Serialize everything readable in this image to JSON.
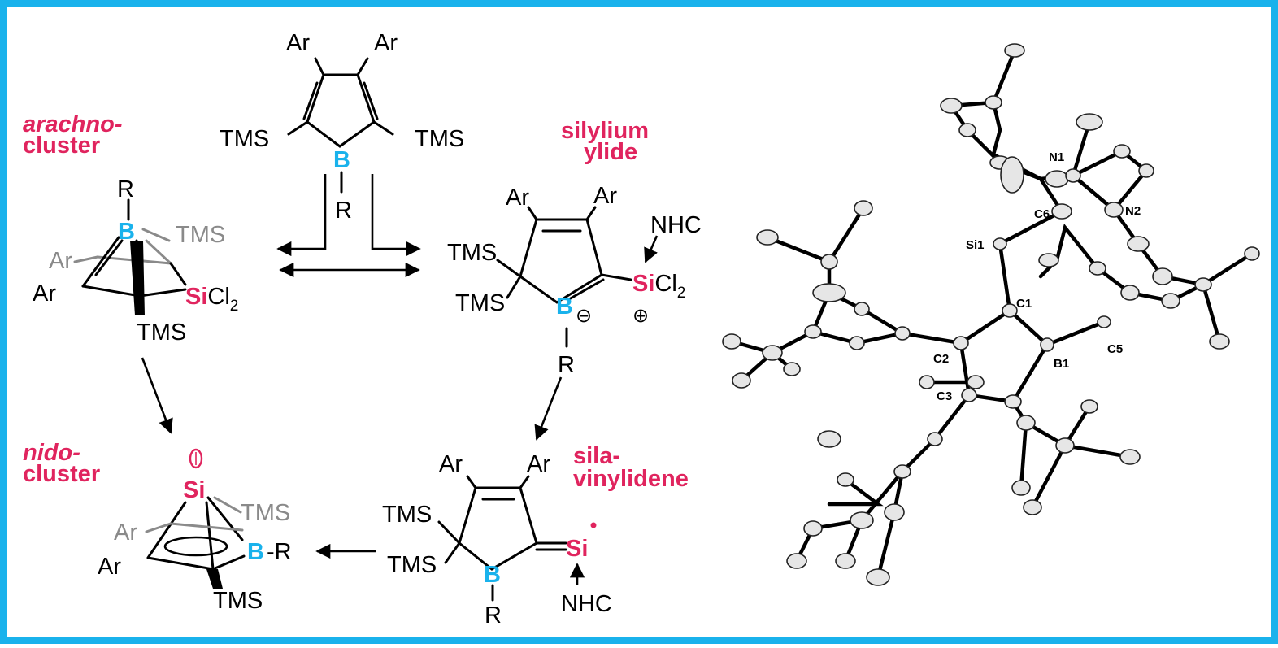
{
  "frame": {
    "border_color": "#19b2ec"
  },
  "colors": {
    "boron": "#19b2ec",
    "silicon_label": "#e0245e",
    "ghost": "#8a8a8a",
    "si_atom": "#f39c2a",
    "n_atom": "#5ab4e8",
    "b_atom": "#2b2bb0"
  },
  "labels": {
    "arachno_1": "arachno-",
    "arachno_2": "cluster",
    "silylium_1": "silylium",
    "silylium_2": "ylide",
    "nido_1": "nido-",
    "nido_2": "cluster",
    "sila_1": "sila-",
    "sila_2": "vinylidene"
  },
  "borole": {
    "ar1": "Ar",
    "ar2": "Ar",
    "tms1": "TMS",
    "tms2": "TMS",
    "b": "B",
    "r": "R"
  },
  "arachno": {
    "r": "R",
    "b": "B",
    "tms_ghost": "TMS",
    "ar_ghost": "Ar",
    "ar": "Ar",
    "si": "Si",
    "cl": "Cl",
    "cl_sub": "2",
    "tms": "TMS"
  },
  "ylide": {
    "ar1": "Ar",
    "ar2": "Ar",
    "nhc": "NHC",
    "tms1": "TMS",
    "tms2": "TMS",
    "si": "Si",
    "cl": "Cl",
    "cl_sub": "2",
    "b": "B",
    "minus": "⊖",
    "plus": "⊕",
    "r": "R"
  },
  "vinylidene": {
    "ar1": "Ar",
    "ar2": "Ar",
    "tms1": "TMS",
    "tms2": "TMS",
    "si": "Si",
    "b": "B",
    "r": "R",
    "nhc": "NHC"
  },
  "nido": {
    "si": "Si",
    "tms_ghost": "TMS",
    "ar_ghost": "Ar",
    "ar": "Ar",
    "b": "B",
    "r": "-R",
    "tms": "TMS"
  },
  "crystal": {
    "n1": "N1",
    "n2": "N2",
    "c6": "C6",
    "si1": "Si1",
    "c1": "C1",
    "c2": "C2",
    "c3": "C3",
    "c5": "C5",
    "b1": "B1"
  }
}
